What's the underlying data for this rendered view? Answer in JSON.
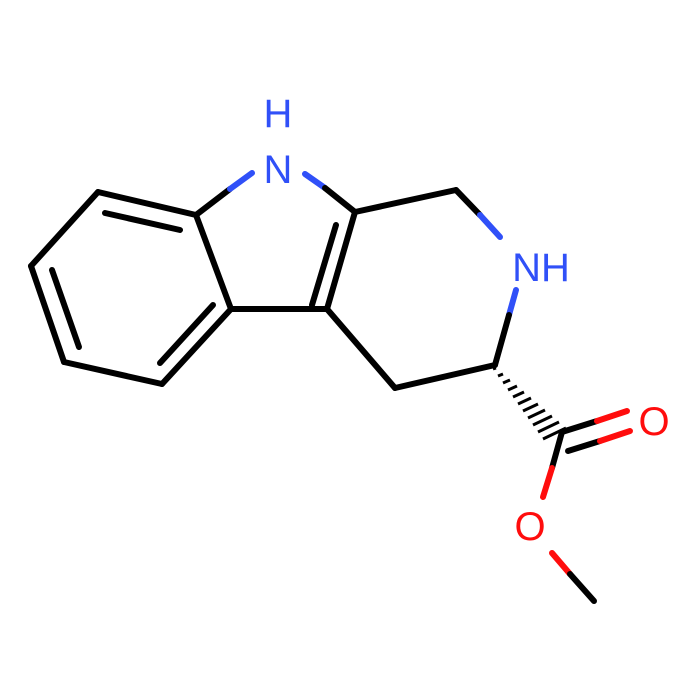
{
  "structure": {
    "atoms": {
      "indole_nh": {
        "symbol": "N",
        "hydrogen": "H"
      },
      "ring_nh": {
        "symbol": "N",
        "hydrogen": "H"
      },
      "carbonyl_o": {
        "symbol": "O"
      },
      "ester_o": {
        "symbol": "O"
      }
    },
    "colors": {
      "carbon_bond": "#000000",
      "nitrogen": "#3050f8",
      "oxygen": "#ff0d0d",
      "background": "#ffffff"
    }
  }
}
